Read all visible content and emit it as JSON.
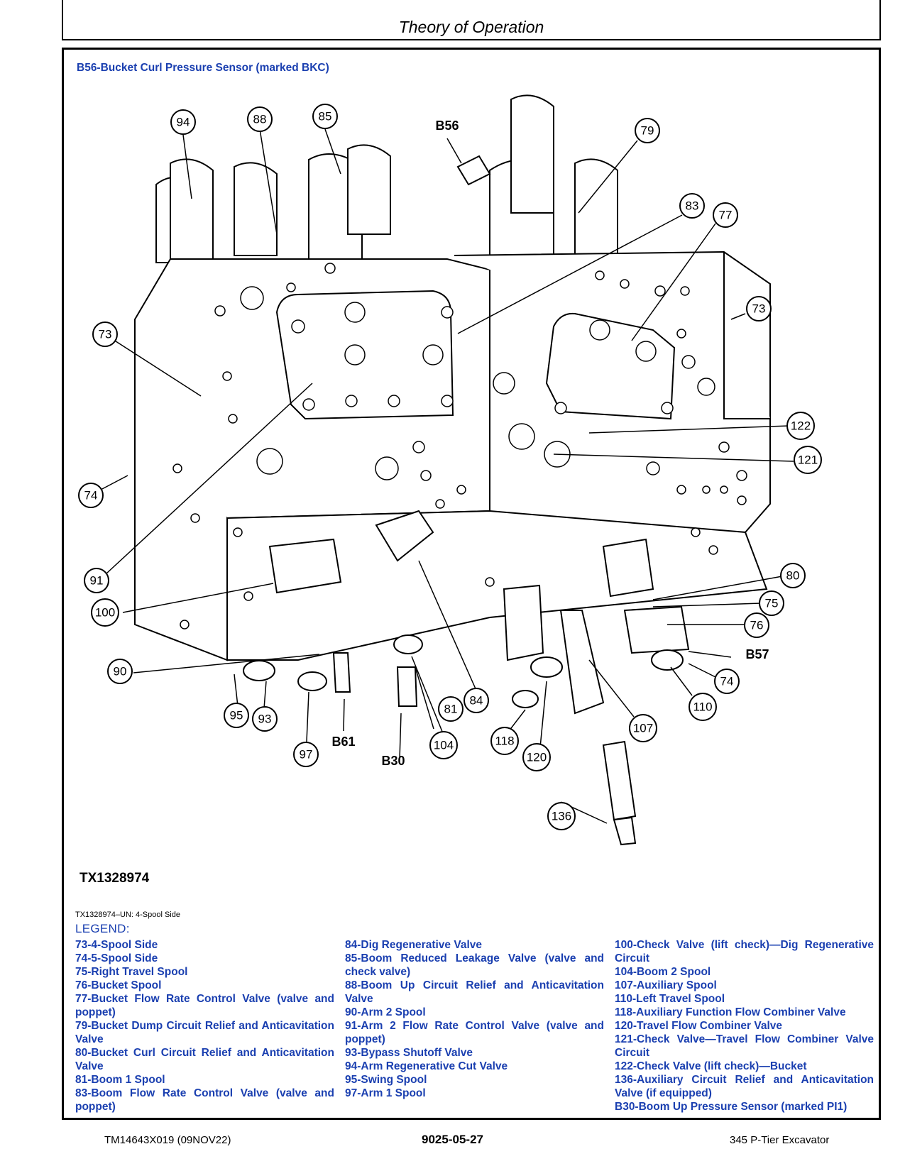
{
  "header": {
    "title": "Theory of Operation"
  },
  "figure": {
    "b56_caption": "B56-Bucket Curl Pressure Sensor (marked BKC)",
    "figure_id": "TX1328974",
    "figure_caption": "TX1328974–UN: 4-Spool Side",
    "callouts": [
      "94",
      "88",
      "85",
      "B56",
      "79",
      "83",
      "77",
      "73",
      "73",
      "74",
      "91",
      "100",
      "90",
      "95",
      "93",
      "97",
      "B61",
      "B30",
      "104",
      "81",
      "84",
      "118",
      "120",
      "136",
      "107",
      "110",
      "74",
      "B57",
      "76",
      "75",
      "80",
      "121",
      "122"
    ]
  },
  "legend": {
    "title": "LEGEND:",
    "col1": [
      "73-4-Spool Side",
      "74-5-Spool Side",
      "75-Right Travel Spool",
      "76-Bucket Spool",
      "77-Bucket Flow Rate Control Valve (valve and poppet)",
      "79-Bucket Dump Circuit Relief and Anticavitation Valve",
      "80-Bucket Curl Circuit Relief and Anticavitation Valve",
      "81-Boom 1 Spool",
      "83-Boom Flow Rate Control Valve (valve and poppet)"
    ],
    "col2": [
      "84-Dig Regenerative Valve",
      "85-Boom Reduced Leakage Valve (valve and check valve)",
      "88-Boom Up Circuit Relief and Anticavitation Valve",
      "90-Arm 2 Spool",
      "91-Arm 2 Flow Rate Control Valve (valve and poppet)",
      "93-Bypass Shutoff Valve",
      "94-Arm Regenerative Cut Valve",
      "95-Swing Spool",
      "97-Arm 1 Spool"
    ],
    "col3": [
      "100-Check Valve (lift check)—Dig Regenerative Circuit",
      "104-Boom 2 Spool",
      "107-Auxiliary Spool",
      "110-Left Travel Spool",
      "118-Auxiliary Function Flow Combiner Valve",
      "120-Travel Flow Combiner Valve",
      "121-Check Valve—Travel Flow Combiner Valve Circuit",
      "122-Check Valve (lift check)—Bucket",
      "136-Auxiliary Circuit Relief and Anticavitation Valve (if equipped)",
      "B30-Boom Up Pressure Sensor (marked PI1)"
    ]
  },
  "footer": {
    "doc_id": "TM14643X019 (09NOV22)",
    "page": "9025-05-27",
    "model": "345 P-Tier Excavator"
  }
}
